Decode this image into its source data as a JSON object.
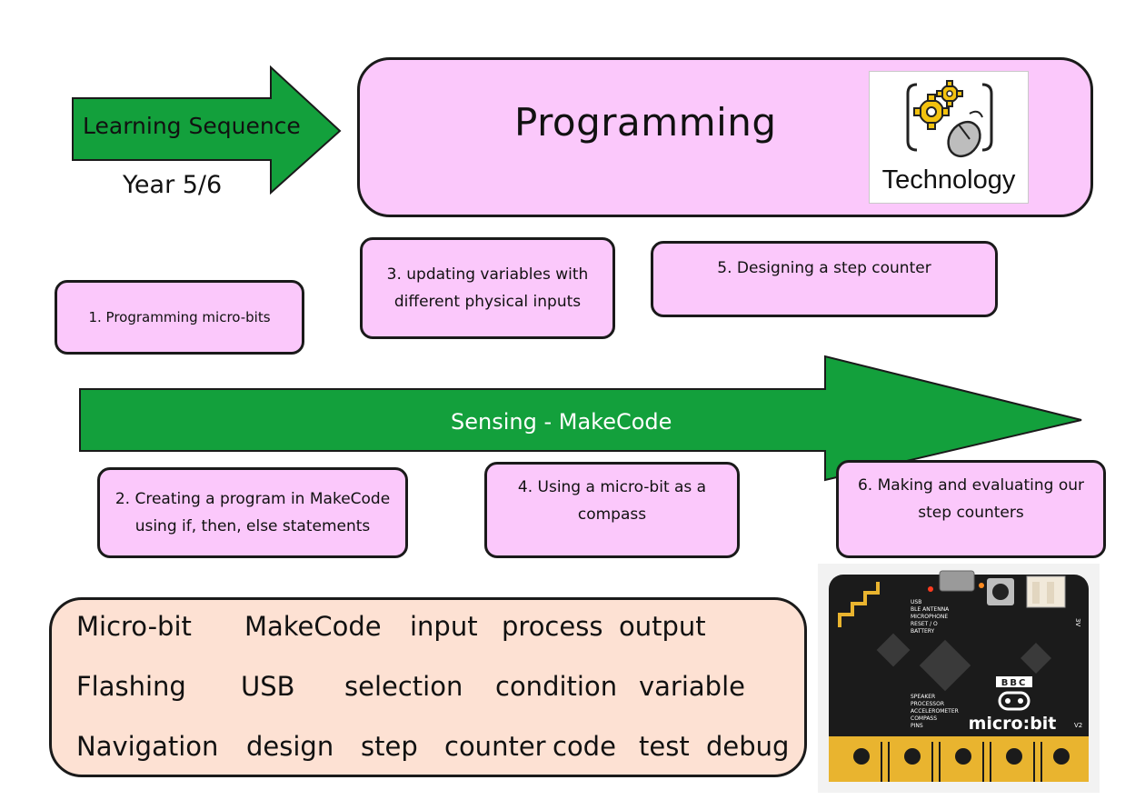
{
  "header": {
    "learning_sequence": "Learning Sequence",
    "year": "Year 5/6"
  },
  "banner": {
    "title": "Programming",
    "subject_label": "Technology"
  },
  "timeline": {
    "label": "Sensing - MakeCode"
  },
  "steps": {
    "s1": "1. Programming micro-bits",
    "s2": "2. Creating a program in MakeCode using if, then, else statements",
    "s3": "3. updating variables with different physical inputs",
    "s4": "4. Using a micro-bit as a compass",
    "s5": "5. Designing a step counter",
    "s6": "6. Making and evaluating our step counters"
  },
  "vocabulary": {
    "row1": [
      "Micro-bit",
      "MakeCode",
      "input",
      "process",
      "output"
    ],
    "row2": [
      "Flashing",
      "USB",
      "selection",
      "condition",
      "variable"
    ],
    "row3": [
      "Navigation",
      "design",
      "step",
      "counter",
      "code",
      "test",
      "debug"
    ]
  },
  "microbit_photo": {
    "labels": [
      "USB",
      "BLE ANTENNA",
      "MICROPHONE",
      "RESET / O",
      "BATTERY",
      "SPEAKER",
      "PROCESSOR",
      "ACCELEROMETER",
      "COMPASS",
      "PINS",
      "BBC",
      "micro:bit",
      "V2",
      "3V"
    ]
  },
  "colors": {
    "arrow_green": "#13a03c",
    "box_pink": "#fbc8fb",
    "vocab_peach": "#fde1d3",
    "board_black": "#1b1b1b",
    "pin_gold": "#e9b42f"
  },
  "icons": [
    "gears-icon",
    "computer-mouse-icon"
  ]
}
